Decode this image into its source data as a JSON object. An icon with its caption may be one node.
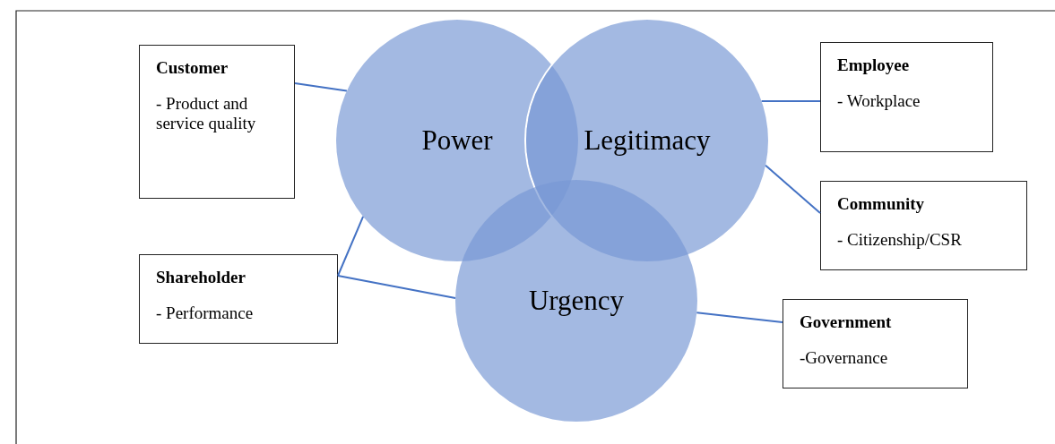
{
  "diagram": {
    "nodes": [
      {
        "text": [
          "Power"
        ]
      },
      {
        "text": [
          "Legitimacy"
        ]
      },
      {
        "text": [
          "Urgency"
        ]
      },
      {
        "text": [
          "Customer",
          "- Product and service quality"
        ]
      },
      {
        "text": [
          "Employee",
          "- Workplace"
        ]
      },
      {
        "text": [
          "Community",
          "- Citizenship/CSR"
        ]
      },
      {
        "text": [
          "Shareholder",
          "- Performance"
        ]
      },
      {
        "text": [
          "Government",
          "-Governance"
        ]
      }
    ],
    "edges": [
      {
        "from": 3,
        "to": 0,
        "arrow": "none"
      },
      {
        "from": 1,
        "to": 4,
        "arrow": "none"
      },
      {
        "from": 1,
        "to": 5,
        "arrow": "none"
      },
      {
        "from": 6,
        "to": 0,
        "arrow": "none"
      },
      {
        "from": 6,
        "to": 2,
        "arrow": "none"
      },
      {
        "from": 2,
        "to": 7,
        "arrow": "none"
      }
    ]
  }
}
